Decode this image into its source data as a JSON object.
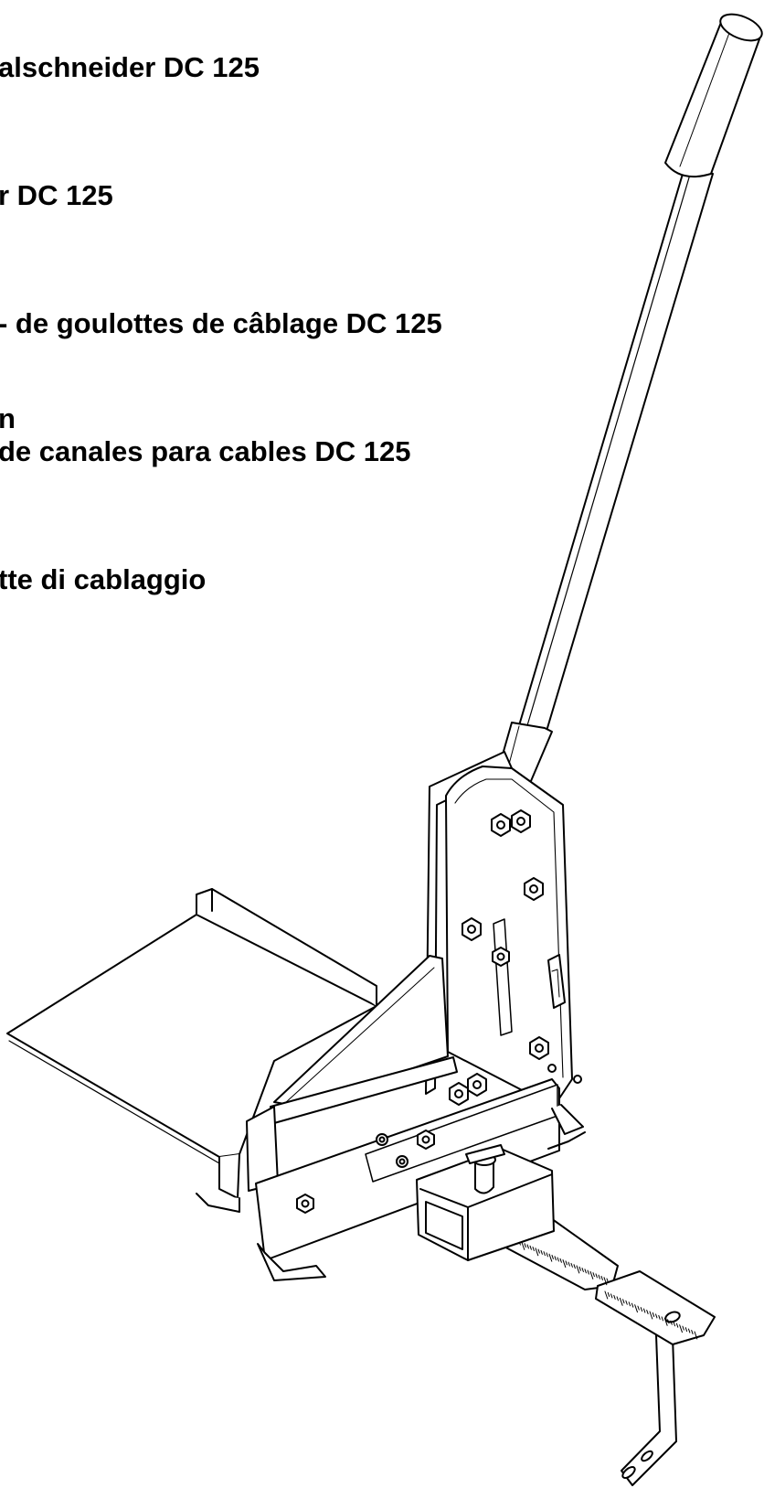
{
  "document": {
    "headings": [
      "alschneider DC 125",
      "r DC 125",
      "- de goulottes de câblage DC 125",
      "n",
      "de canales para cables DC 125",
      "tte di cablaggio"
    ]
  },
  "illustration": {
    "colors": {
      "line": "#000000",
      "fill": "#ffffff"
    }
  }
}
